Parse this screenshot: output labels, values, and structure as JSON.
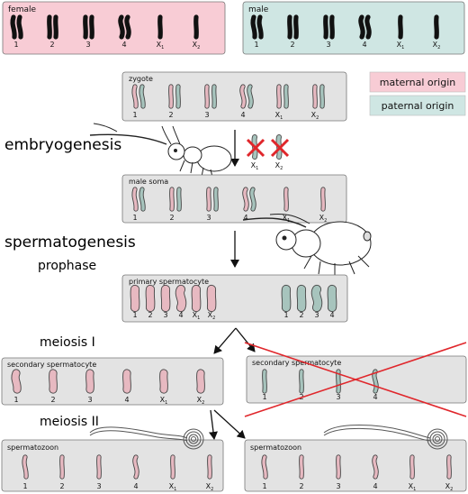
{
  "legend": {
    "maternal": "maternal origin",
    "paternal": "paternal origin",
    "maternal_color": "#f8ccd5",
    "paternal_color": "#cfe6e3"
  },
  "colors": {
    "box_gray": "#e3e3e3",
    "maternal_chromo": "#e7b9c1",
    "paternal_chromo": "#a7c4bd",
    "cross_red": "#e0262b"
  },
  "chromosome_labels": [
    "1",
    "2",
    "3",
    "4",
    "X",
    "X"
  ],
  "x_subscripts": [
    "1",
    "2"
  ],
  "parents": {
    "female": "female",
    "male": "male"
  },
  "stages": {
    "zygote": "zygote",
    "male_soma": "male soma",
    "primary": "primary spermatocyte",
    "secondary_left": "secondary spermatocyte",
    "secondary_right": "secondary spermatocyte",
    "spermatozoon_left": "spermatozoon",
    "spermatozoon_right": "spermatozoon"
  },
  "processes": {
    "embryogenesis": "embryogenesis",
    "spermatogenesis": "spermatogenesis",
    "prophase": "prophase",
    "meiosis1": "meiosis I",
    "meiosis2": "meiosis II"
  },
  "icons": [
    "springtail-icon",
    "springtail-large-icon",
    "sperm-tail-icon",
    "red-cross-icon",
    "arrow-icon"
  ]
}
